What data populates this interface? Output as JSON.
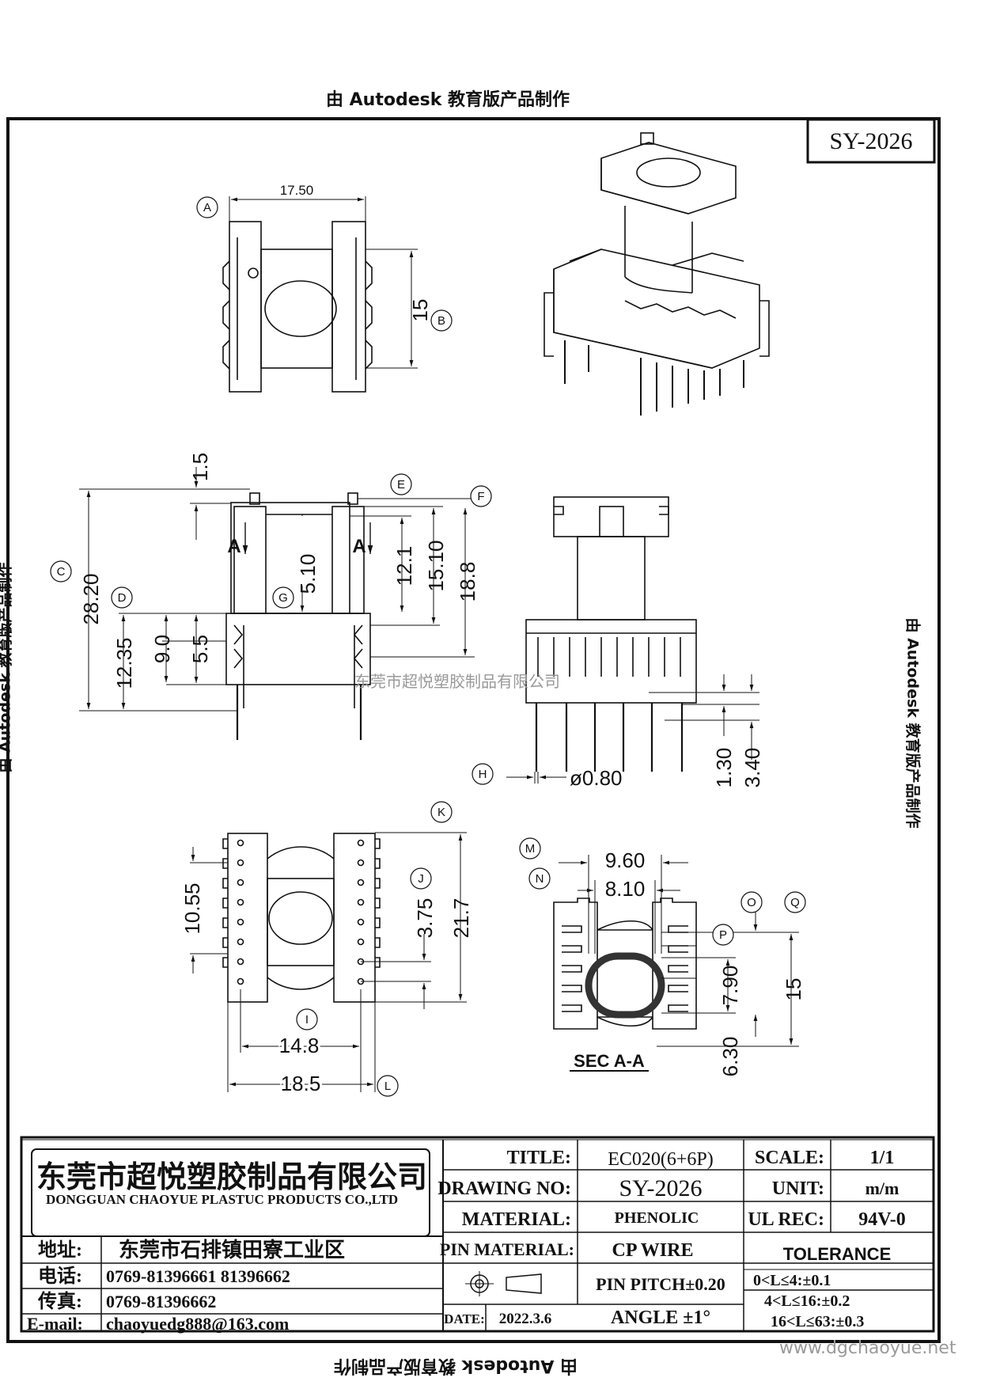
{
  "banner": {
    "top": "由 Autodesk 教育版产品制作",
    "bottom": "由 Autodesk 教育版产品制作",
    "left": "由 Autodesk 教育版产品制作",
    "right": "由 Autodesk 教育版产品制作"
  },
  "part_number": "SY-2026",
  "watermark_company": "东莞市超悦塑胶制品有限公司",
  "watermark_url": "www.dgchaoyue.net",
  "views": {
    "top": {
      "dims": {
        "width": "17.50",
        "height": "15"
      },
      "labels": {
        "a": "A",
        "b": "B"
      }
    },
    "front": {
      "dims": {
        "d1": "1.5",
        "d2": "28.20",
        "d3": "12.35",
        "d4": "9.0",
        "d5": "5.5",
        "d6": "5.10",
        "d7": "12.1",
        "d8": "15.10",
        "d9": "18.8"
      },
      "section_marks": [
        "A",
        "A"
      ],
      "labels": {
        "c": "C",
        "d": "D",
        "e": "E",
        "f": "F",
        "g": "G"
      }
    },
    "side": {
      "dims": {
        "pin_dia": "ø0.80",
        "d1": "1.30",
        "d2": "3.40"
      },
      "labels": {
        "h": "H"
      }
    },
    "bottom": {
      "dims": {
        "d1": "10.55",
        "d2": "3.75",
        "d3": "21.7",
        "d4": "14.8",
        "d5": "18.5"
      },
      "labels": {
        "i": "I",
        "j": "J",
        "k": "K",
        "l": "L"
      }
    },
    "section": {
      "dims": {
        "d1": "9.60",
        "d2": "8.10",
        "d3": "7.90",
        "d4": "6.30",
        "d5": "15"
      },
      "caption": "SEC A-A",
      "labels": {
        "m": "M",
        "n": "N",
        "o": "O",
        "p": "P",
        "q": "Q"
      }
    }
  },
  "title_block": {
    "company_cn": "东莞市超悦塑胶制品有限公司",
    "company_en": "DONGGUAN CHAOYUE PLASTUC PRODUCTS CO.,LTD",
    "address_label": "地址:",
    "address": "东莞市石排镇田寮工业区",
    "phone_label": "电话:",
    "phone": "0769-81396661   81396662",
    "fax_label": "传真:",
    "fax": "0769-81396662",
    "email_label": "E-mail:",
    "email": "chaoyuedg888@163.com",
    "title_label": "TITLE:",
    "title": "EC020(6+6P)",
    "drawing_no_label": "DRAWING NO:",
    "drawing_no": "SY-2026",
    "material_label": "MATERIAL:",
    "material": "PHENOLIC",
    "pin_material_label": "PIN MATERIAL:",
    "pin_material": "CP WIRE",
    "pin_pitch": "PIN PITCH±0.20",
    "date_label": "DATE:",
    "date": "2022.3.6",
    "angle": "ANGLE  ±1°",
    "scale_label": "SCALE:",
    "scale": "1/1",
    "unit_label": "UNIT:",
    "unit": "m/m",
    "ul_label": "UL REC:",
    "ul": "94V-0",
    "tolerance_label": "TOLERANCE",
    "tolerance": [
      "0<L≤4:±0.1",
      "4<L≤16:±0.2",
      "16<L≤63:±0.3"
    ]
  }
}
